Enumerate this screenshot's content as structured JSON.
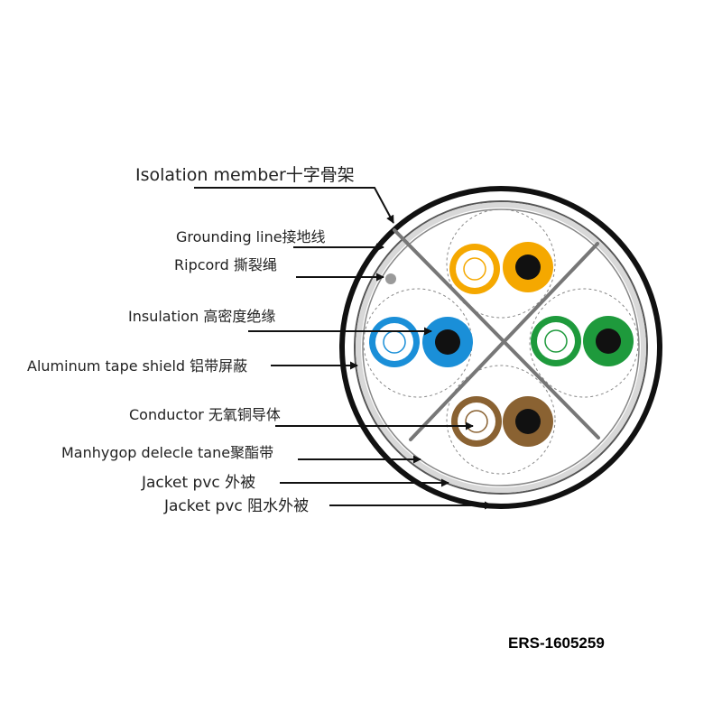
{
  "labels": {
    "isolation_member": "Isolation member十字骨架",
    "grounding_line": "Grounding line接地线",
    "ripcord": "Ripcord 撕裂绳",
    "insulation": "Insulation 高密度绝缘",
    "aluminum_tape": "Aluminum tape shield 铝带屏蔽",
    "conductor": "Conductor 无氧铜导体",
    "polyester_tape": "Manhygop delecle tane聚酯带",
    "jacket_pvc": "Jacket pvc 外被",
    "jacket_pvc_water": "Jacket pvc 阻水外被"
  },
  "product_code": "ERS-1605259",
  "pair_colors": {
    "orange": "#f5a800",
    "blue": "#1a8fd8",
    "green": "#1e9a3c",
    "brown": "#8a6232",
    "conductor": "#111111",
    "jacket": "#111111",
    "ripcord": "#9a9a9a"
  }
}
